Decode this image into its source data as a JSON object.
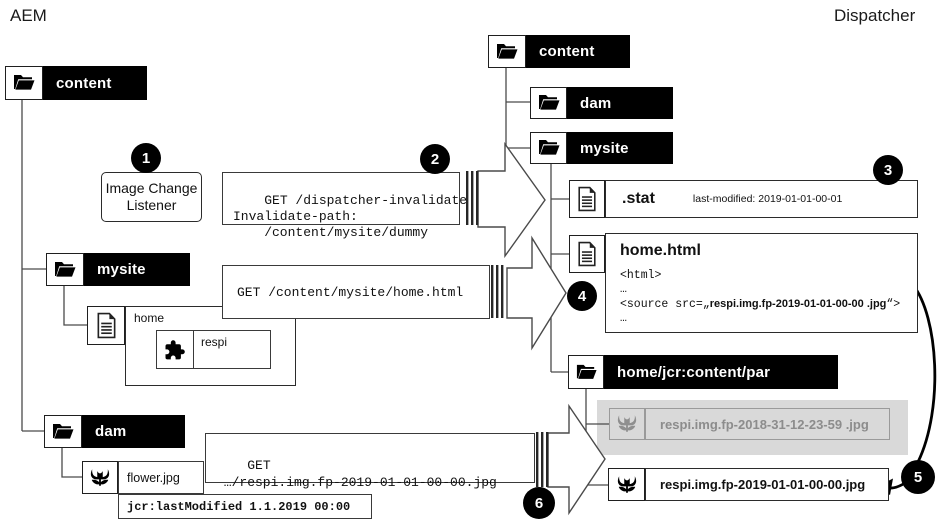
{
  "header": {
    "aem": "AEM",
    "dispatcher": "Dispatcher"
  },
  "badges": {
    "s1": "1",
    "s2": "2",
    "s3": "3",
    "s4": "4",
    "s5": "5",
    "s6": "6"
  },
  "aem_tree": {
    "content": "content",
    "mysite": "mysite",
    "home": "home",
    "respi": "respi",
    "dam": "dam",
    "flower": "flower.jpg",
    "flower_meta": "jcr:lastModified 1.1.2019 00:00"
  },
  "listener": {
    "label": "Image Change Listener"
  },
  "requests": {
    "invalidate": "GET /dispatcher-invalidate\nInvalidate-path:\n    /content/mysite/dummy",
    "page": "GET /content/mysite/home.html",
    "image": "GET\n …/respi.img.fp-2019-01-01-00-00.jpg"
  },
  "dispatcher_tree": {
    "content": "content",
    "dam": "dam",
    "mysite": "mysite",
    "stat": ".stat",
    "stat_meta": "last-modified: 2019-01-01-00-01",
    "home_html": "home.html",
    "code_line1": "<html>",
    "code_ellipsis1": "…",
    "code_src_prefix": "<source src=„",
    "code_src_file": "respi.img.fp-2019-01-01-00-00 .jpg",
    "code_src_suffix": "“>",
    "code_ellipsis2": "…",
    "par": "home/jcr:content/par",
    "old_image": "respi.img.fp-2018-31-12-23-59 .jpg",
    "new_image": "respi.img.fp-2019-01-01-00-00.jpg"
  },
  "colors": {
    "node_black": "#000000",
    "gray_panel": "#d9d9d9",
    "gray_text": "#8c8c8c"
  }
}
